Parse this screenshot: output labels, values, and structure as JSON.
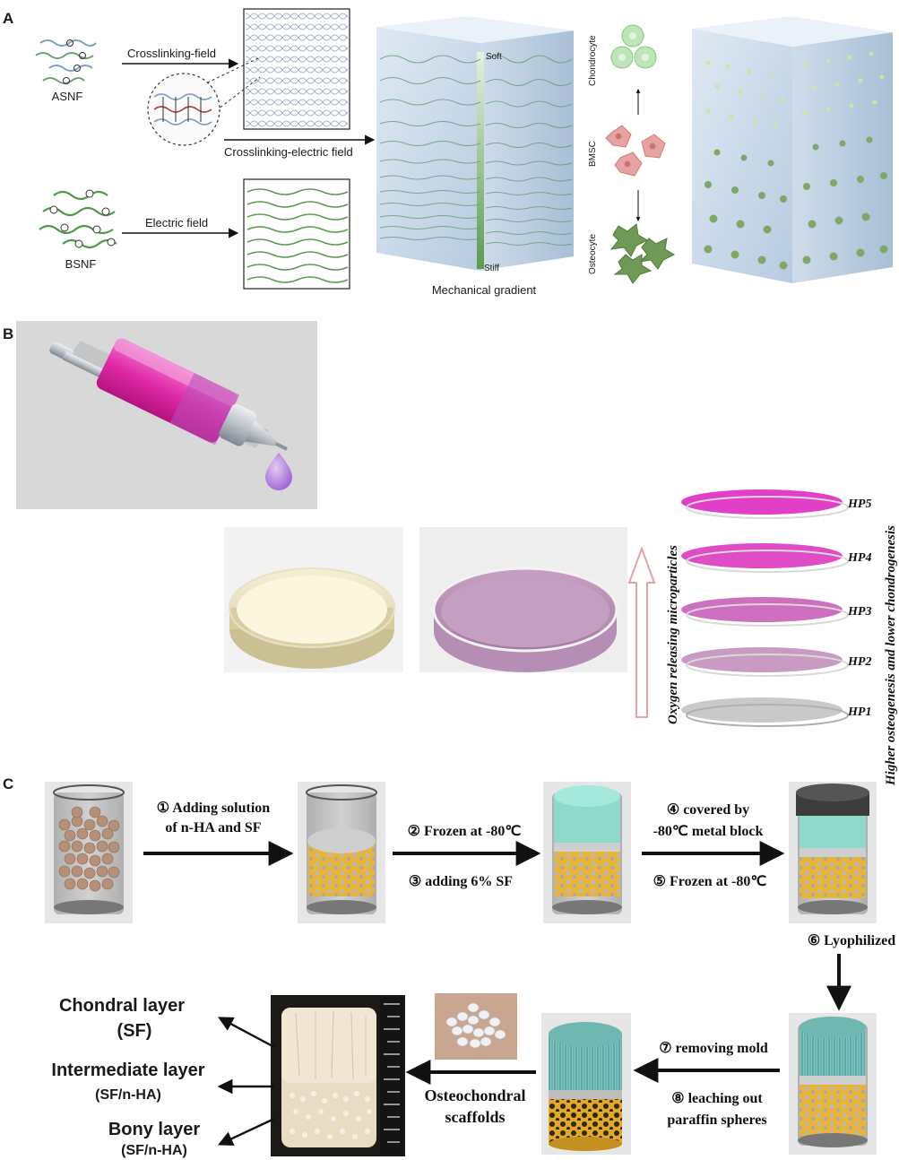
{
  "panels": {
    "a": "A",
    "b": "B",
    "c": "C"
  },
  "panel_a": {
    "asnf": "ASNF",
    "bsnf": "BSNF",
    "crosslinking_field": "Crosslinking-field",
    "crosslinking_electric_field": "Crosslinking-electric field",
    "electric_field": "Electric field",
    "soft": "Soft",
    "stiff": "Stiff",
    "mechanical_gradient": "Mechanical gradient",
    "chondrocyte": "Chondrocyte",
    "bmsc": "BMSC",
    "osteocyte": "Osteocyte",
    "colors": {
      "chondrocyte": "#a9d8a2",
      "bmsc": "#e6a3a0",
      "osteocyte": "#6f9a55",
      "fiber": "#5a9a4e"
    }
  },
  "panel_b": {
    "oxygen_label": "Oxygen releasing microparticles",
    "higher_label": "Higher osteogenesis and lower chondrogenesis",
    "discs": [
      {
        "label": "HP5",
        "color": "#e23fc8"
      },
      {
        "label": "HP4",
        "color": "#e04bc6"
      },
      {
        "label": "HP3",
        "color": "#cf6fc0"
      },
      {
        "label": "HP2",
        "color": "#c99ac2"
      },
      {
        "label": "HP1",
        "color": "#c9c9c9"
      }
    ]
  },
  "panel_c": {
    "step1_line1": "① Adding solution",
    "step1_line2": "of n-HA  and SF",
    "step2": "② Frozen at -80℃",
    "step3": "③ adding 6% SF",
    "step4_line1": "④ covered by",
    "step4_line2": "-80℃ metal block",
    "step5": "⑤ Frozen at -80℃",
    "step6": "⑥ Lyophilized",
    "step7": "⑦ removing mold",
    "step8_line1": "⑧ leaching out",
    "step8_line2": "paraffin spheres",
    "scaffolds_line1": "Osteochondral",
    "scaffolds_line2": "scaffolds",
    "chondral_line1": "Chondral layer",
    "chondral_line2": "(SF)",
    "intermediate_line1": "Intermediate layer",
    "intermediate_line2": "(SF/n-HA)",
    "bony_line1": "Bony layer",
    "bony_line2": "(SF/n-HA)"
  }
}
